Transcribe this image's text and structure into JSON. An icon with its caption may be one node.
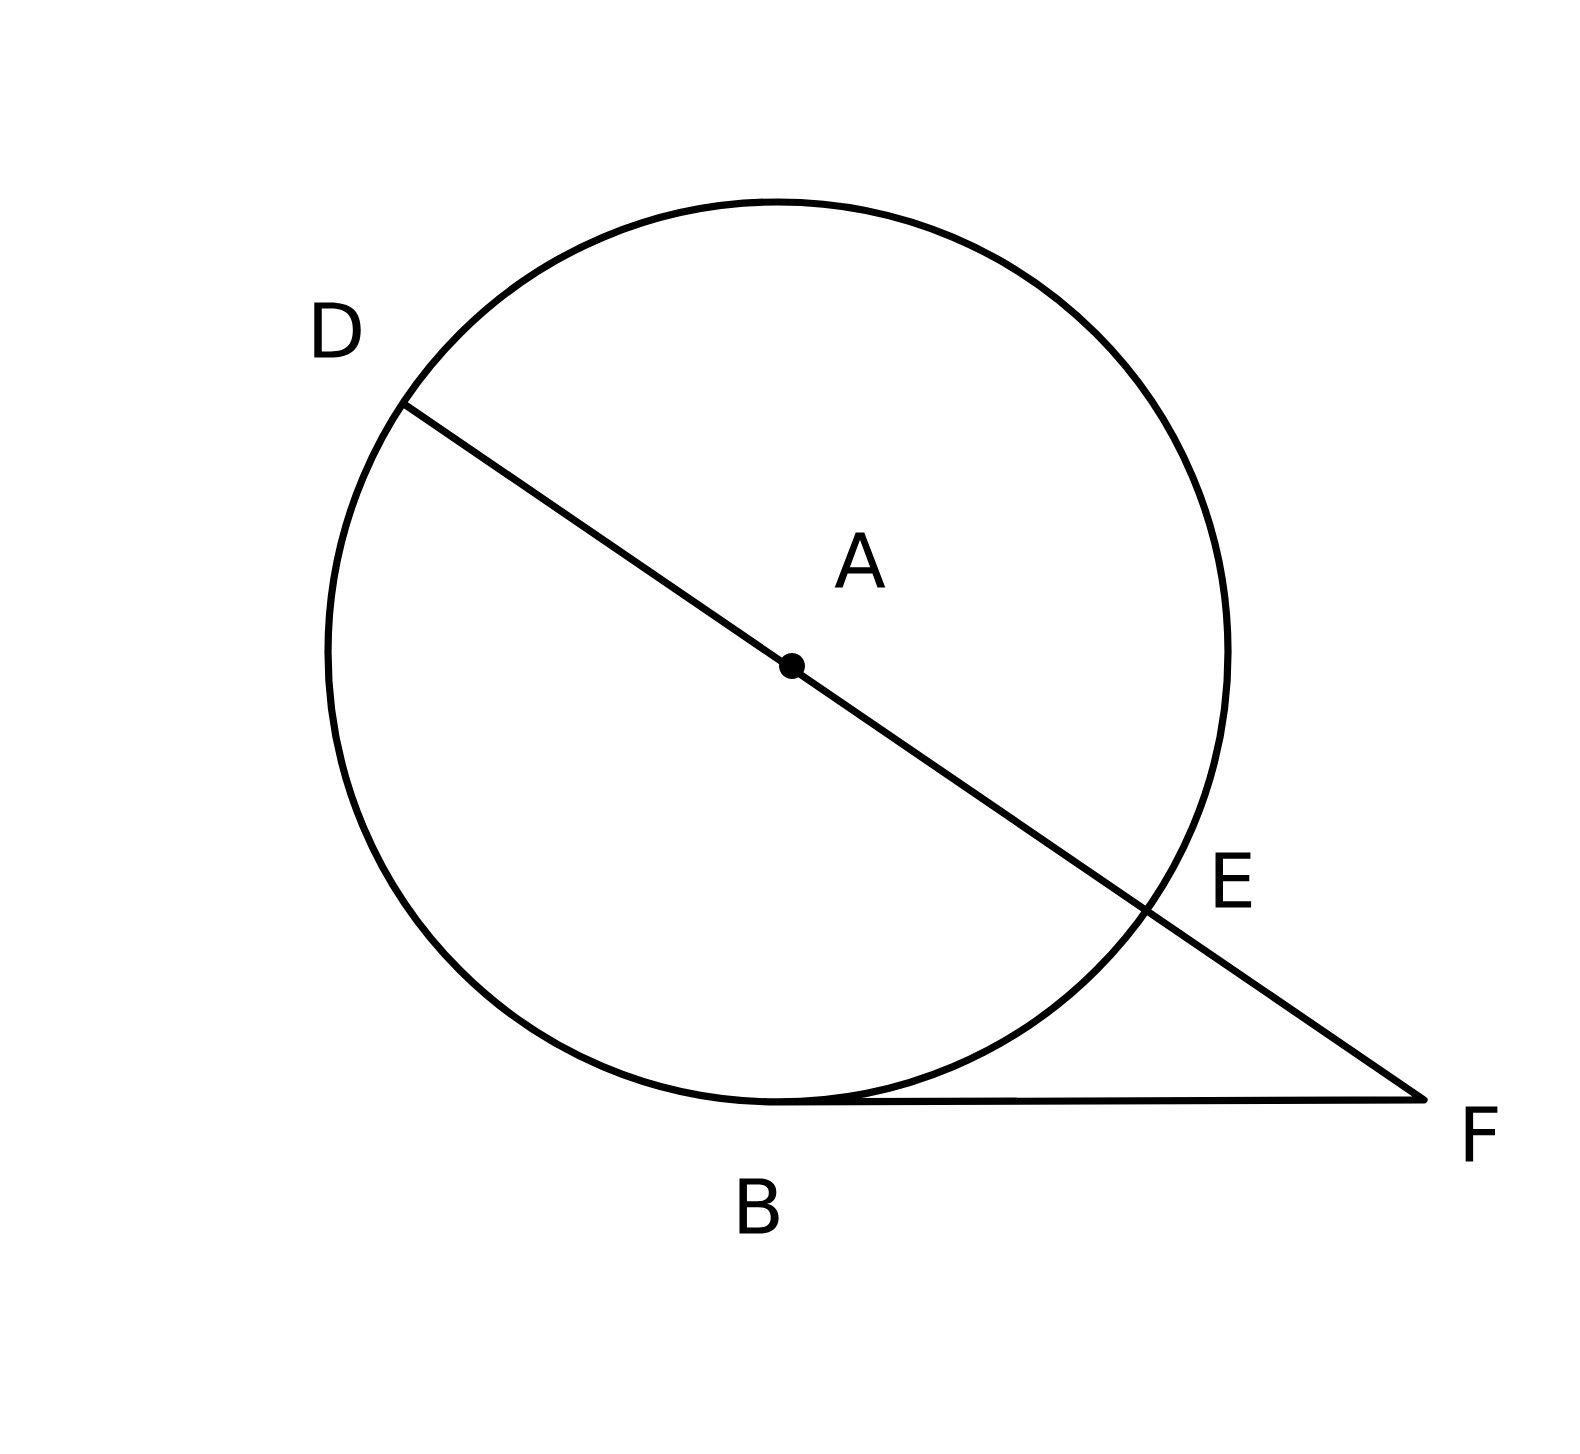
{
  "diagram": {
    "labels": [
      "D",
      "A",
      "E",
      "F",
      "B"
    ]
  }
}
